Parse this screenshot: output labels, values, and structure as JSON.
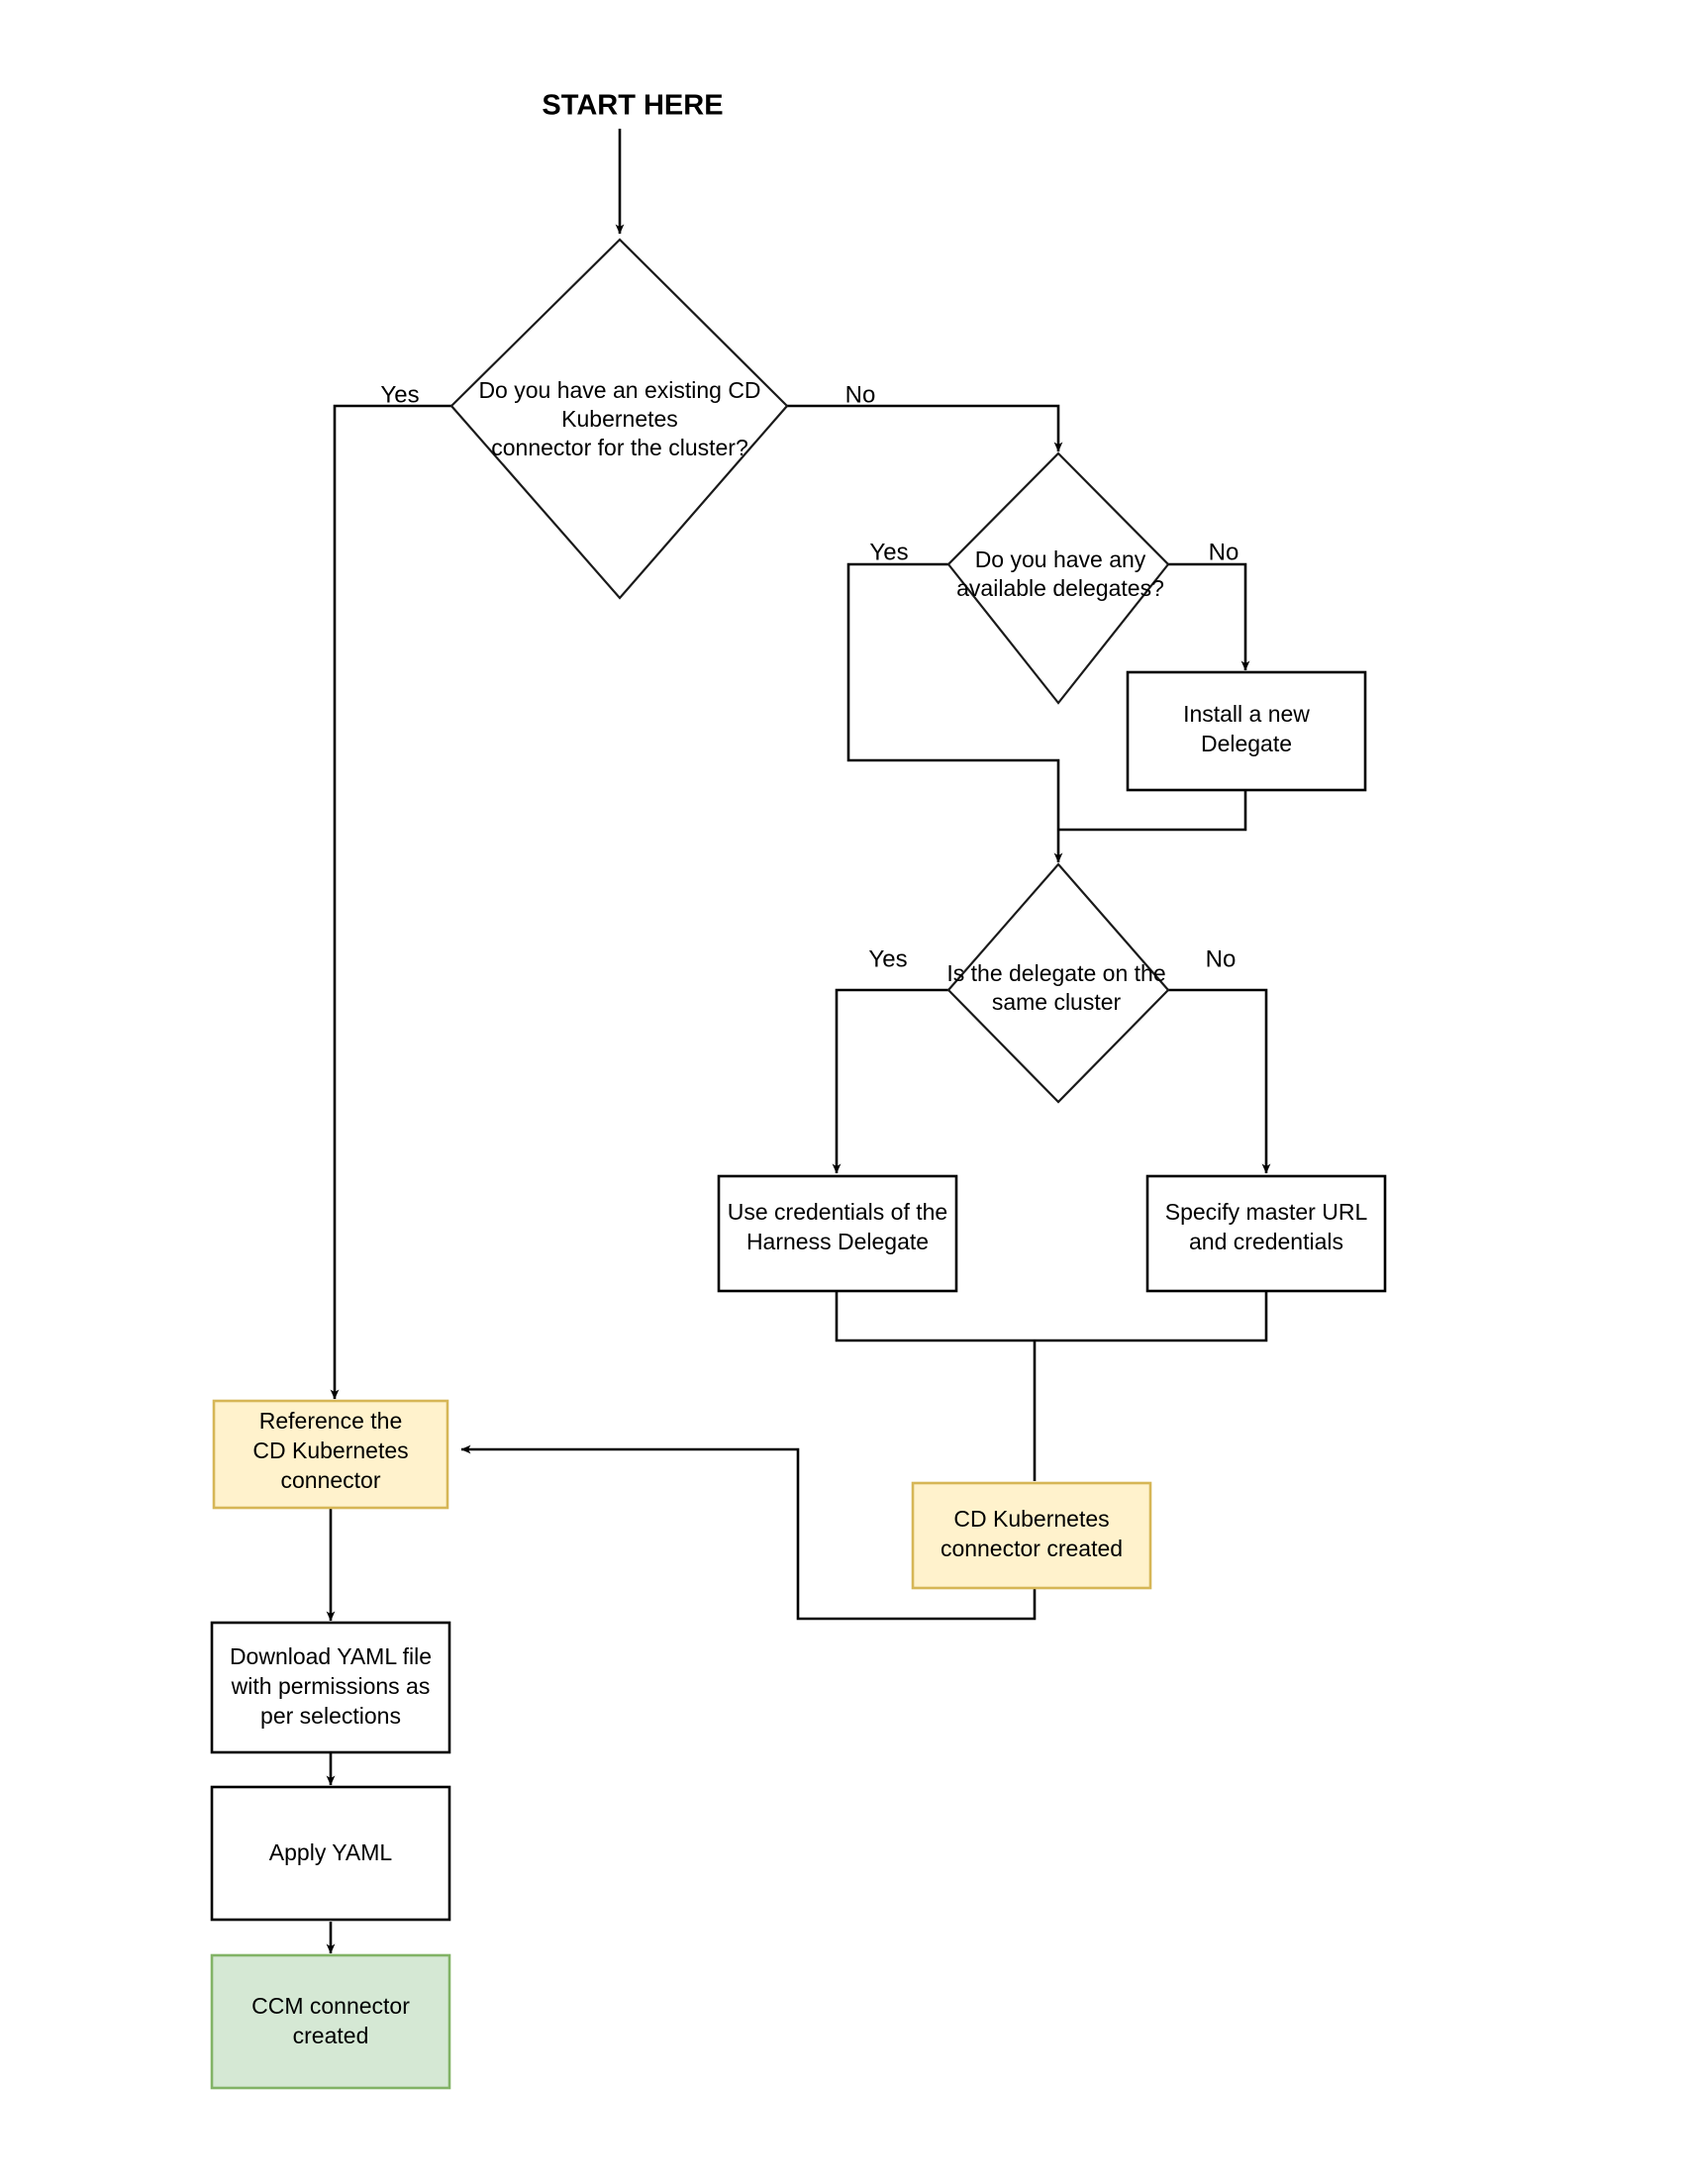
{
  "diagram": {
    "title": "START HERE",
    "colors": {
      "yellow_fill": "#fff2cc",
      "yellow_stroke": "#d6b656",
      "green_fill": "#d5e8d4",
      "green_stroke": "#82b366",
      "line": "#000000",
      "background": "#ffffff"
    },
    "nodes": {
      "start": {
        "label": "START HERE",
        "type": "label"
      },
      "d1": {
        "type": "decision",
        "line1": "Do you have an existing CD",
        "line2": "Kubernetes",
        "line3": "connector for the cluster?"
      },
      "d2": {
        "type": "decision",
        "line1": "Do you have any",
        "line2": "available delegates?"
      },
      "d3": {
        "type": "decision",
        "line1": "Is the delegate on the",
        "line2": "same cluster"
      },
      "install_delegate": {
        "type": "process",
        "line1": "Install a new",
        "line2": "Delegate"
      },
      "use_creds": {
        "type": "process",
        "line1": "Use credentials of the",
        "line2": "Harness Delegate"
      },
      "specify_master": {
        "type": "process",
        "line1": "Specify master URL",
        "line2": "and credentials"
      },
      "reference_connector": {
        "type": "process-yellow",
        "line1": "Reference the",
        "line2": "CD Kubernetes",
        "line3": "connector"
      },
      "cd_connector_created": {
        "type": "process-yellow",
        "line1": "CD Kubernetes",
        "line2": "connector created"
      },
      "download_yaml": {
        "type": "process",
        "line1": "Download YAML file",
        "line2": "with permissions as",
        "line3": "per selections"
      },
      "apply_yaml": {
        "type": "process",
        "line1": "Apply YAML"
      },
      "ccm_created": {
        "type": "process-green",
        "line1": "CCM connector",
        "line2": "created"
      }
    },
    "edge_labels": {
      "d1_yes": "Yes",
      "d1_no": "No",
      "d2_yes": "Yes",
      "d2_no": "No",
      "d3_yes": "Yes",
      "d3_no": "No"
    }
  }
}
